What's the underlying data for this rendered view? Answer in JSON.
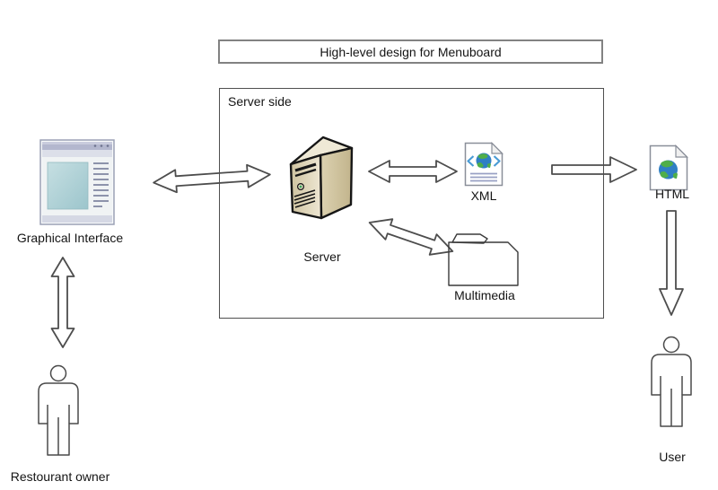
{
  "diagram": {
    "title": "High-level design for Menuboard",
    "container": {
      "label": "Server side"
    },
    "nodes": {
      "graphical_interface": {
        "label": "Graphical Interface",
        "icon": "browser-window-icon"
      },
      "server": {
        "label": "Server",
        "icon": "server-tower-icon"
      },
      "xml": {
        "label": "XML",
        "icon": "xml-document-globe-icon"
      },
      "multimedia": {
        "label": "Multimedia",
        "icon": "folder-icon"
      },
      "html": {
        "label": "HTML",
        "icon": "html-document-globe-icon"
      },
      "restourant_owner": {
        "label": "Restourant owner",
        "icon": "person-icon"
      },
      "user": {
        "label": "User",
        "icon": "person-icon"
      }
    },
    "arrows": [
      {
        "from": "graphical_interface",
        "to": "server_side",
        "style": "block-outline",
        "direction": "bidirectional-horizontal"
      },
      {
        "from": "server",
        "to": "xml",
        "style": "block-outline",
        "direction": "bidirectional-horizontal"
      },
      {
        "from": "server",
        "to": "multimedia",
        "style": "block-outline",
        "direction": "bidirectional-diagonal"
      },
      {
        "from": "server_side",
        "to": "html",
        "style": "block-outline",
        "direction": "right"
      },
      {
        "from": "html",
        "to": "user",
        "style": "block-outline",
        "direction": "down"
      },
      {
        "from": "graphical_interface",
        "to": "restourant_owner",
        "style": "block-outline",
        "direction": "bidirectional-vertical"
      }
    ],
    "colors": {
      "background": "#ffffff",
      "arrow_outline": "#4d4d4d",
      "title_box_border": "#828282",
      "container_border": "#4f4f4f",
      "server_top_face": "#efe9d6",
      "server_front_face": "#e6ddc2",
      "server_right_face": "#cdc09b",
      "browser_titlebar": "#b3b7ce",
      "browser_content_square": "#aed0d6",
      "globe_ocean": "#2f7fc4",
      "globe_land": "#4fae49",
      "xml_bracket": "#4a9bd5",
      "document_line": "#99a0c4"
    }
  }
}
